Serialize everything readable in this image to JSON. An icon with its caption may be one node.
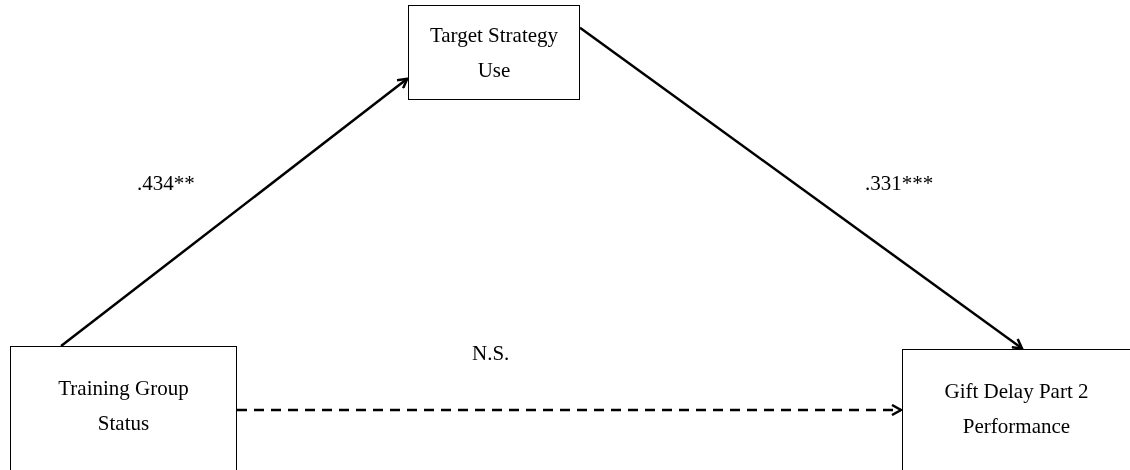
{
  "diagram": {
    "nodes": [
      {
        "text": [
          "Target Strategy Use"
        ]
      },
      {
        "text": [
          "Training Group Status"
        ]
      },
      {
        "text": [
          "Gift Delay Part 2 Performance"
        ]
      }
    ],
    "edges": [
      {
        "from": 1,
        "to": 0,
        "arrow": "to",
        "label": ".434**"
      },
      {
        "from": 0,
        "to": 2,
        "arrow": "to",
        "label": ".331***"
      },
      {
        "from": 1,
        "to": 2,
        "arrow": "to",
        "label": "N.S.",
        "style": "dashed"
      }
    ]
  }
}
